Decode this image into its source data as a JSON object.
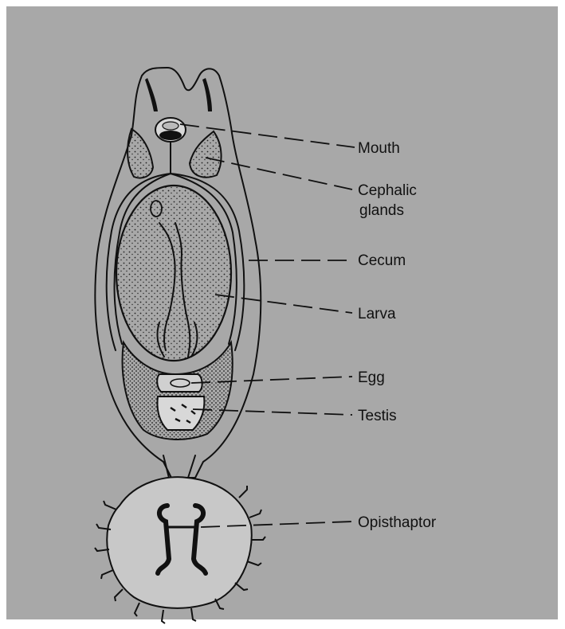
{
  "labels": {
    "mouth": "Mouth",
    "cephalic_line1": "Cephalic",
    "cephalic_line2": "glands",
    "cecum": "Cecum",
    "larva": "Larva",
    "egg": "Egg",
    "testis": "Testis",
    "opisthaptor": "Opisthaptor"
  },
  "colors": {
    "background": "#a8a8a8",
    "ink": "#111111",
    "page": "#ffffff"
  }
}
